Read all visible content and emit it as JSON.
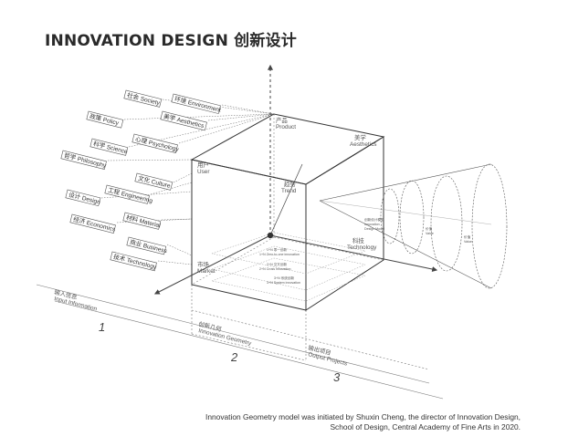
{
  "title": "INNOVATION DESIGN 创新设计",
  "caption": {
    "line1": "Innovation Geometry model was initiated by Shuxin Cheng, the director of Innovation Design,",
    "line2": "School of Design, Central Academy of Fine Arts in 2020."
  },
  "tags": [
    "社会 Society",
    "环境 Environment",
    "政策 Policy",
    "美学 Aesthetics",
    "心理 Psychology",
    "科学 Science",
    "哲学 Philosophy",
    "文化 Culture",
    "工程 Engineering",
    "设计 Design",
    "材料 Material",
    "经济 Economics",
    "商业 Business",
    "技术 Technology"
  ],
  "cube_labels": {
    "product": [
      "产品",
      "Product"
    ],
    "aesthetics": [
      "美学",
      "Aesthetics"
    ],
    "user": [
      "用户",
      "User"
    ],
    "trend": [
      "趋势",
      "Trend"
    ],
    "market": [
      "市场",
      "Market"
    ],
    "technology": [
      "科技",
      "Technology"
    ]
  },
  "cube_inner": [
    "1+N 零一创新",
    "1+N Zero-to-one innovation",
    "2+N 交叉创新",
    "2+N Cross innovation",
    "3+N 系统创新",
    "3+N System innovation"
  ],
  "cone_labels": [
    "创新设计模型",
    "Innovation",
    "Design Model",
    "价值",
    "Value",
    "价值",
    "Value"
  ],
  "ground": {
    "input": [
      "输入信息",
      "Input Information"
    ],
    "geometry": [
      "创新几何",
      "Innovation Geometry"
    ],
    "output": [
      "输出项目",
      "Output Projects"
    ]
  },
  "steps": [
    "1",
    "2",
    "3"
  ]
}
